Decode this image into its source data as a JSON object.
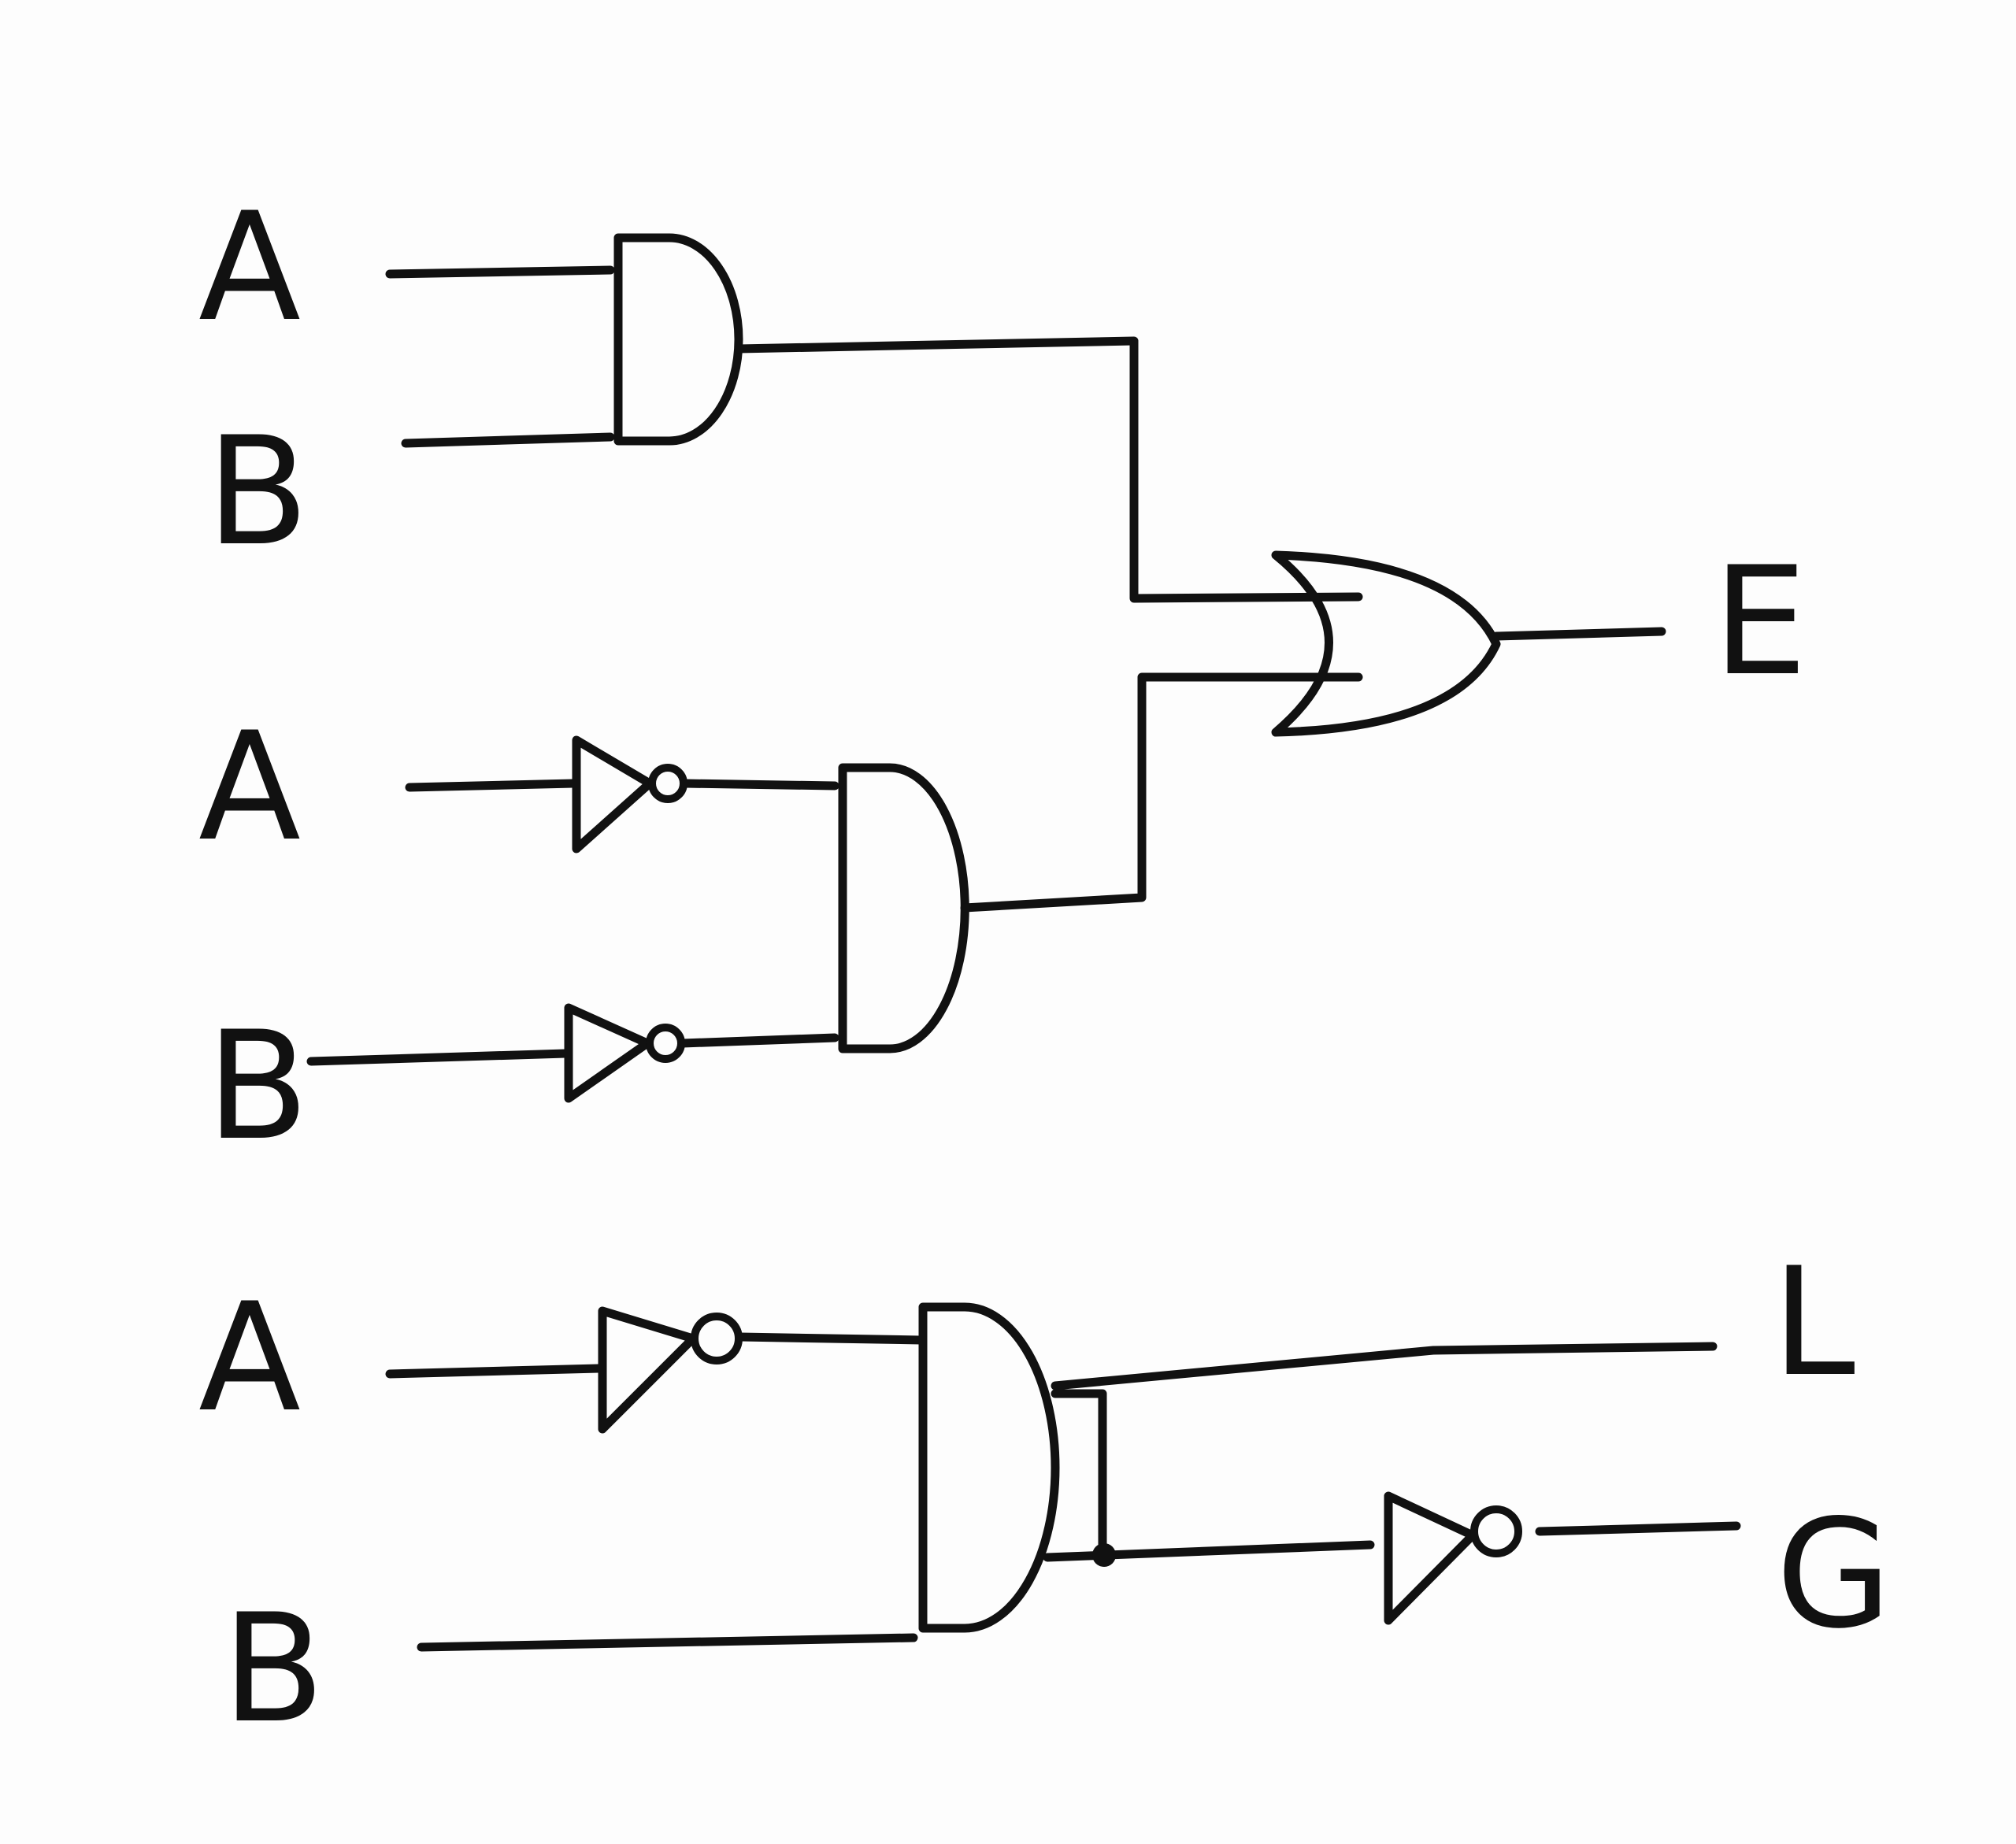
{
  "diagram": {
    "inputs": [
      "A",
      "B",
      "A",
      "B",
      "A",
      "B"
    ],
    "outputs": [
      "E",
      "L",
      "G"
    ],
    "gates": [
      {
        "id": "and1",
        "type": "AND",
        "inputs": [
          "A",
          "B"
        ]
      },
      {
        "id": "not1",
        "type": "NOT",
        "inputs": [
          "A"
        ]
      },
      {
        "id": "not2",
        "type": "NOT",
        "inputs": [
          "B"
        ]
      },
      {
        "id": "and2",
        "type": "AND",
        "inputs": [
          "not1",
          "not2"
        ]
      },
      {
        "id": "or1",
        "type": "OR",
        "inputs": [
          "and1",
          "and2"
        ],
        "output": "E"
      },
      {
        "id": "not3",
        "type": "NOT",
        "inputs": [
          "A"
        ]
      },
      {
        "id": "and3",
        "type": "AND",
        "inputs": [
          "not3",
          "B"
        ],
        "output": "L"
      },
      {
        "id": "not4",
        "type": "NOT",
        "inputs": [
          "and3"
        ],
        "output": "G"
      }
    ]
  }
}
